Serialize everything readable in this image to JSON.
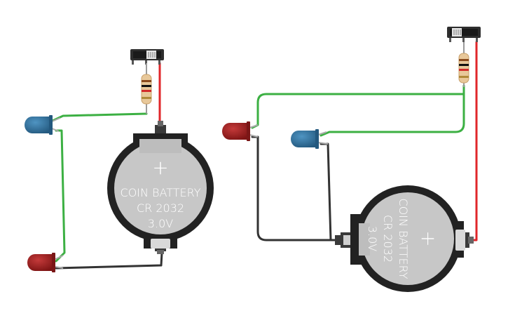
{
  "circuits": [
    {
      "battery": {
        "line1": "COIN BATTERY",
        "line2": "CR 2032",
        "line3": "3.0V",
        "plus": "+"
      },
      "components": [
        "slide-switch",
        "resistor",
        "blue-led",
        "red-led",
        "coin-battery"
      ]
    },
    {
      "battery": {
        "line1": "COIN BATTERY",
        "line2": "CR 2032",
        "line3": "3.0V",
        "plus": "+"
      },
      "components": [
        "slide-switch",
        "resistor",
        "red-led",
        "blue-led",
        "coin-battery"
      ]
    }
  ],
  "colors": {
    "wire_green": "#3cb043",
    "wire_black": "#333333",
    "wire_red": "#e0262a",
    "led_blue": "#2f6f98",
    "led_red": "#9e1c1c",
    "battery_body": "#222222",
    "battery_cell": "#c7c7c7",
    "switch_body": "#333333",
    "resistor_body": "#e8c89a"
  },
  "icons": {
    "switch": "slide-switch-icon",
    "resistor": "resistor-icon",
    "led": "led-icon",
    "battery": "coin-battery-icon"
  }
}
